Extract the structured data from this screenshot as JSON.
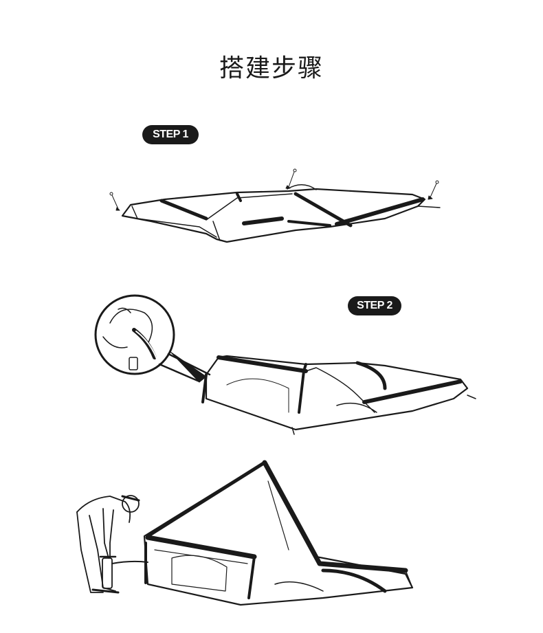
{
  "title": "搭建步骤",
  "steps": [
    {
      "label": "STEP 1"
    },
    {
      "label": "STEP 2"
    }
  ],
  "colors": {
    "ink": "#1a1a1a",
    "background": "#ffffff"
  }
}
